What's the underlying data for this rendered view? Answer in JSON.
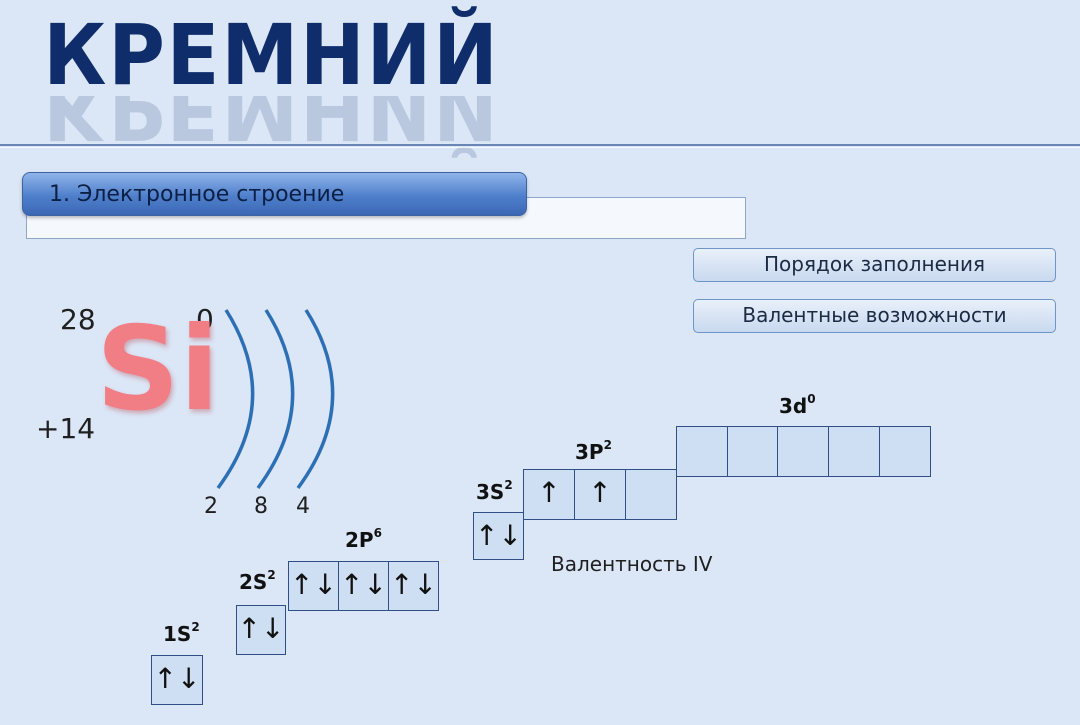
{
  "title": "КРЕМНИЙ",
  "section": {
    "label": "1. Электронное строение"
  },
  "buttons": {
    "order": "Порядок заполнения",
    "valence": "Валентные возможности"
  },
  "element": {
    "mass": "28",
    "charge": "0",
    "nucleus": "+14",
    "symbol": "Si",
    "shells": [
      "2",
      "8",
      "4"
    ]
  },
  "orbitals": {
    "s1": {
      "label": "1S",
      "sup": "2"
    },
    "s2": {
      "label": "2S",
      "sup": "2"
    },
    "p2": {
      "label": "2P",
      "sup": "6"
    },
    "s3": {
      "label": "3S",
      "sup": "2"
    },
    "p3": {
      "label": "3P",
      "sup": "2"
    },
    "d3": {
      "label": "3d",
      "sup": "0"
    }
  },
  "cells": {
    "s1": [
      "↑↓"
    ],
    "s2": [
      "↑↓"
    ],
    "p2": [
      "↑↓",
      "↑↓",
      "↑↓"
    ],
    "s3": [
      "↑↓"
    ],
    "p3": [
      "↑",
      "↑",
      ""
    ],
    "d3": [
      "",
      "",
      "",
      "",
      ""
    ]
  },
  "valency": "Валентность IV",
  "colors": {
    "background": "#dbe6f6",
    "title": "#0f2d6b",
    "symbol": "#f17e85",
    "arc": "#2d6fb5"
  }
}
